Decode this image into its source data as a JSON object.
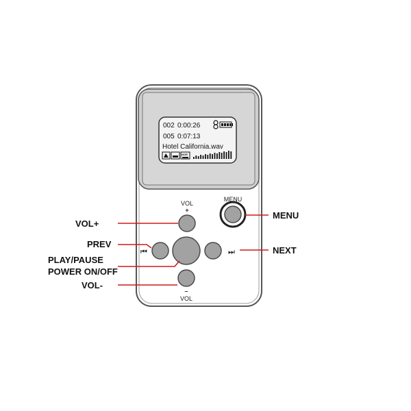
{
  "device": {
    "screen": {
      "line1_track": "002",
      "line1_time": "0:00:26",
      "line2_track": "005",
      "line2_time": "0:07:13",
      "filename": "Hotel California.wav",
      "eq_mode": "NOR"
    },
    "buttons": {
      "vol_plus_caption": "VOL",
      "vol_plus_sign": "+",
      "vol_minus_caption": "VOL",
      "vol_minus_sign": "–",
      "menu_caption": "MENU",
      "prev_symbol": "⏮",
      "next_symbol": "⏭"
    }
  },
  "callouts": {
    "vol_plus": "VOL+",
    "prev": "PREV",
    "play_pause": "PLAY/PAUSE",
    "power": "POWER ON/OFF",
    "vol_minus": "VOL-",
    "menu": "MENU",
    "next": "NEXT"
  },
  "colors": {
    "pointer": "#d01818",
    "screen": "#d6d6d6",
    "button": "#a2a2a2"
  }
}
